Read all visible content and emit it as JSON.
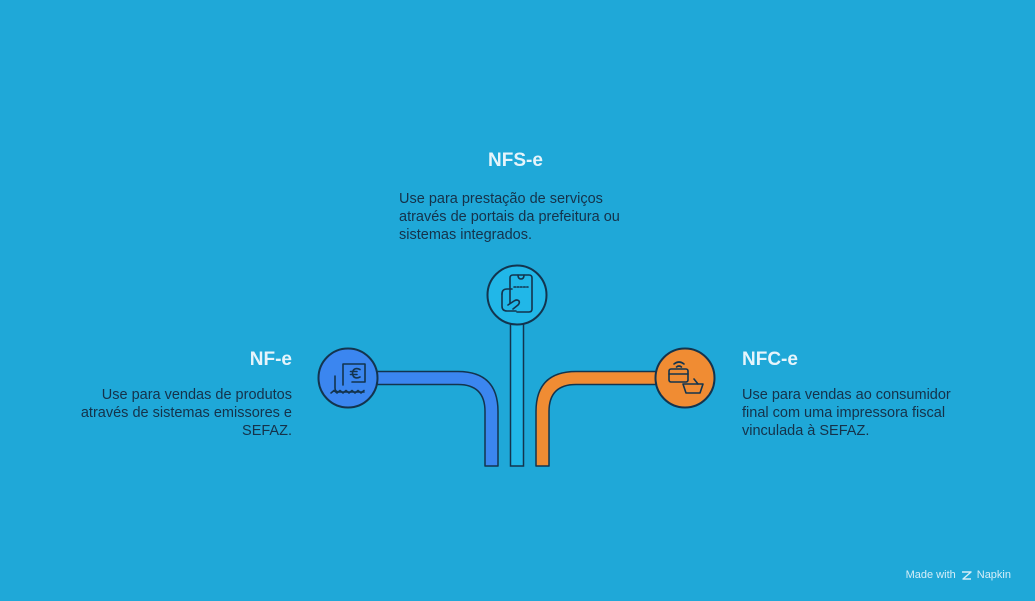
{
  "items": [
    {
      "title": "NFS-e",
      "description_lines": [
        "Use para prestação de serviços",
        "através de portais da prefeitura ou",
        "sistemas integrados."
      ],
      "icon": "receipt-hand-icon",
      "color": "#21B7E8"
    },
    {
      "title": "NF-e",
      "description_lines": [
        "Use para vendas de produtos",
        "através de sistemas emissores e",
        "SEFAZ."
      ],
      "icon": "euro-receipt-icon",
      "color": "#3B86F0"
    },
    {
      "title": "NFC-e",
      "description_lines": [
        "Use para vendas ao consumidor",
        "final com uma impressora fiscal",
        "vinculada à SEFAZ."
      ],
      "icon": "card-basket-icon",
      "color": "#F08C33"
    }
  ],
  "footer": {
    "made_with": "Made with",
    "brand": "Napkin",
    "brand_icon": "napkin-logo-icon"
  }
}
